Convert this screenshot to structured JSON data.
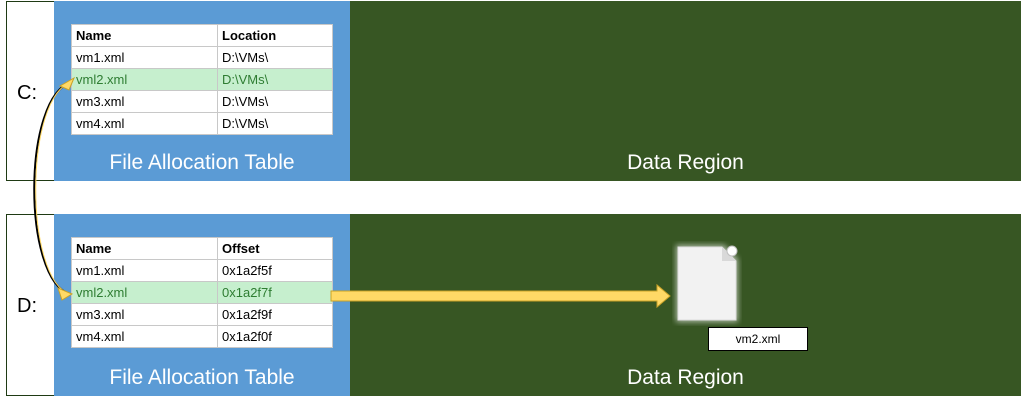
{
  "drives": [
    {
      "letter": "C:",
      "fat_title": "File Allocation Table",
      "data_title": "Data Region",
      "table": {
        "headers": [
          "Name",
          "Location"
        ],
        "rows": [
          [
            "vm1.xml",
            "D:\\VMs\\"
          ],
          [
            "vml2.xml",
            "D:\\VMs\\"
          ],
          [
            "vm3.xml",
            "D:\\VMs\\"
          ],
          [
            "vm4.xml",
            "D:\\VMs\\"
          ]
        ],
        "highlighted_row": 1
      }
    },
    {
      "letter": "D:",
      "fat_title": "File Allocation Table",
      "data_title": "Data Region",
      "table": {
        "headers": [
          "Name",
          "Offset"
        ],
        "rows": [
          [
            "vm1.xml",
            "0x1a2f5f"
          ],
          [
            "vml2.xml",
            "0x1a2f7f"
          ],
          [
            "vm3.xml",
            "0x1a2f9f"
          ],
          [
            "vm4.xml",
            "0x1a2f0f"
          ]
        ],
        "highlighted_row": 1
      },
      "file": {
        "label": "vm2.xml",
        "icon": "document-icon"
      }
    }
  ],
  "colors": {
    "fat_bg": "#5b9bd5",
    "data_bg": "#375623",
    "highlight_row": "#c6efce",
    "highlight_text": "#2e7d32",
    "arrow_fill": "#ffd966",
    "arrow_stroke": "#c9a227"
  }
}
